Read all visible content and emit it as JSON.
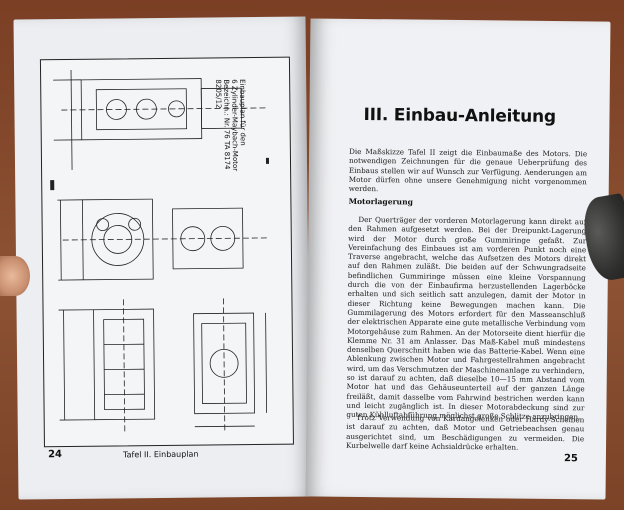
{
  "left_page": {
    "page_number": "24",
    "caption": "Tafel II. Einbauplan",
    "drawing_stamp": [
      "Einbauplan für den",
      "6 Zylinder-Maybach-Motor",
      "Bezeichn.: Nr. 76 TA 8174"
    ],
    "drawing_code": "8205/12"
  },
  "right_page": {
    "page_number": "25",
    "heading": "III. Einbau-Anleitung",
    "intro": "Die Maßskizze Tafel II zeigt die Einbaumaße des Motors. Die notwendigen Zeichnungen für die genaue Ueberprüfung des Einbaus stellen wir auf Wunsch zur Verfügung. Aenderungen am Motor dürfen ohne unsere Genehmigung nicht vorgenommen werden.",
    "subheading": "Motorlagerung",
    "paragraph1": "Der Querträger der vorderen Motorlagerung kann direkt auf den Rahmen aufgesetzt werden. Bei der Dreipunkt-Lagerung wird der Motor durch große Gummiringe gefaßt. Zur Vereinfachung des Einbaues ist am vorderen Punkt noch eine Traverse angebracht, welche das Aufsetzen des Motors direkt auf den Rahmen zuläßt. Die beiden auf der Schwungradseite befindlichen Gummiringe müssen eine kleine Vorspannung durch die von der Einbaufirma herzustellenden Lagerböcke erhalten und sich seitlich satt anzulegen, damit der Motor in dieser Richtung keine Bewegungen machen kann. Die Gummilagerung des Motors erfordert für den Masseanschluß der elektrischen Apparate eine gute metallische Verbindung vom Motorgehäuse zum Rahmen. An der Motorseite dient hierfür die Klemme Nr. 31 am Anlasser. Das Maß-Kabel muß mindestens denselben Querschnitt haben wie das Batterie-Kabel. Wenn eine Ablenkung zwischen Motor und Fahrgestellrahmen angebracht wird, um das Verschmutzen der Maschinenanlage zu verhindern, so ist darauf zu achten, daß dieselbe 10—15 mm Abstand vom Motor hat und das Gehäuseunterteil auf der ganzen Länge freiläßt, damit dasselbe vom Fahrwind bestrichen werden kann und leicht zugänglich ist. In dieser Motorabdeckung sind zur guten Kühlluftabführung möglichst große Schlitze anzubringen.",
    "paragraph2": "Trotz Verwendung von Kardangelenken oder Hardy-Scheiben ist darauf zu achten, daß Motor und Getriebeachsen genau ausgerichtet sind, um Beschädigungen zu vermeiden. Die Kurbelwelle darf keine Achsialdrücke erhalten."
  },
  "colors": {
    "table": "#8a4e2e",
    "paper": "#eef0f3",
    "ink": "#1a1a1a"
  }
}
